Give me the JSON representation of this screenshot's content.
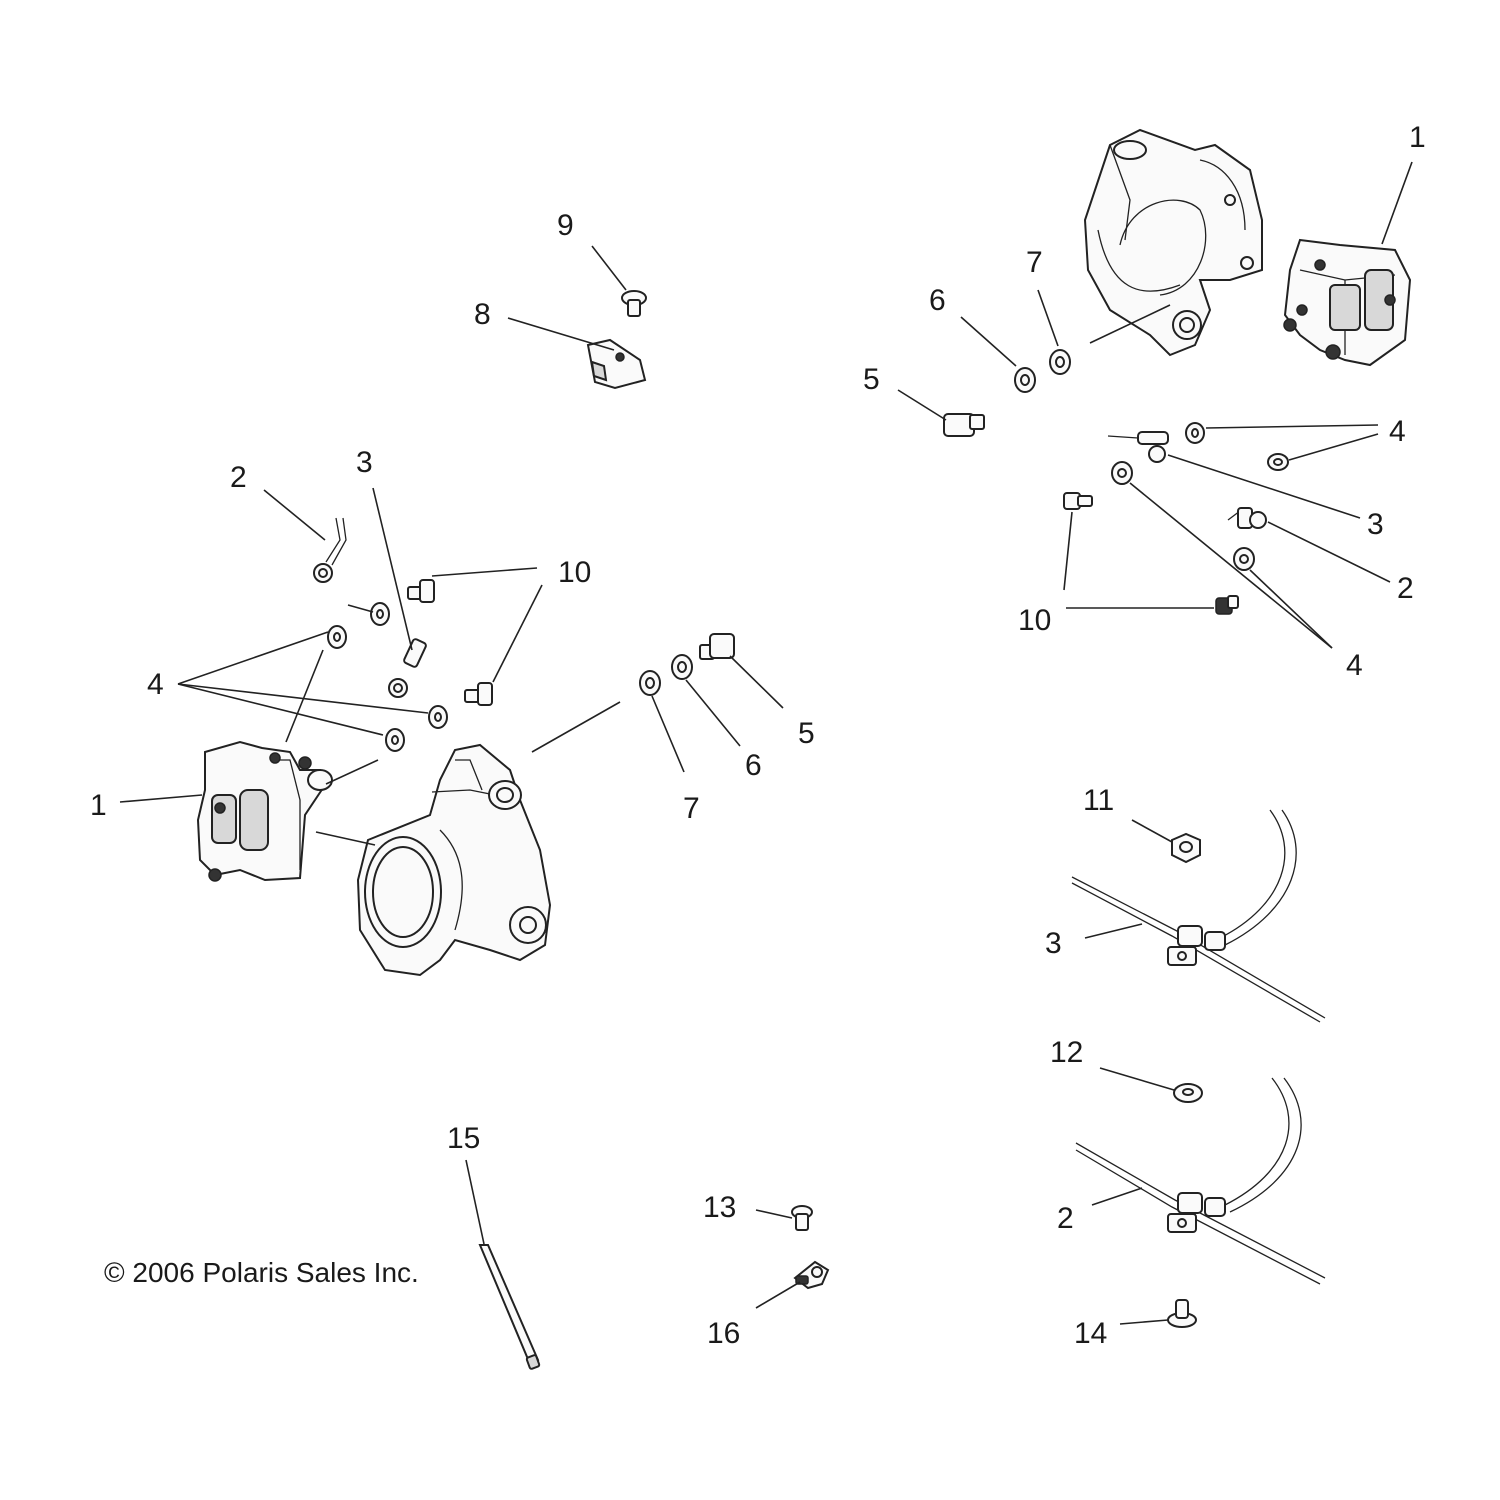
{
  "copyright": "© 2006 Polaris Sales Inc.",
  "labels": [
    "1",
    "2",
    "3",
    "4",
    "5",
    "6",
    "7",
    "8",
    "9",
    "10",
    "11",
    "12",
    "13",
    "14",
    "15",
    "16",
    "1",
    "2",
    "3",
    "4",
    "4",
    "10",
    "5",
    "6",
    "7",
    "3",
    "2",
    "4",
    "10"
  ]
}
